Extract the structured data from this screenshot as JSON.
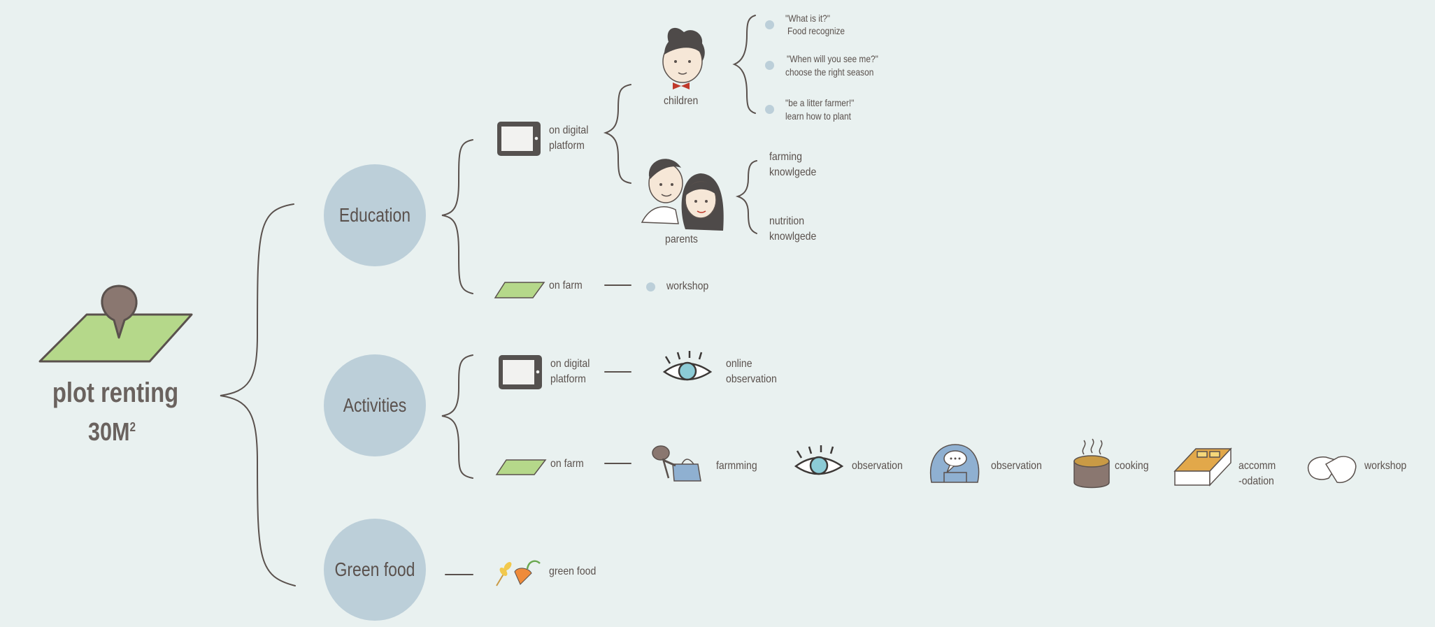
{
  "root": {
    "title": "plot renting",
    "area_value": "30M",
    "area_sup": "2"
  },
  "branches": {
    "education": {
      "label": "Education",
      "digital": {
        "label": "on digital platform",
        "children": {
          "label": "children",
          "items": [
            {
              "quote": "\"What is it?\"",
              "desc": "Food recognize"
            },
            {
              "quote": "\"When will you see me?\"",
              "desc": "choose the right season"
            },
            {
              "quote": "\"be a litter farmer!\"",
              "desc": "learn how to plant"
            }
          ]
        },
        "parents": {
          "label": "parents",
          "items": [
            "farming knowlgede",
            "nutrition knowlgede"
          ]
        }
      },
      "farm": {
        "label": "on farm",
        "item": "workshop"
      }
    },
    "activities": {
      "label": "Activities",
      "digital": {
        "label": "on digital platform",
        "item": "online observation"
      },
      "farm": {
        "label": "on farm",
        "items": [
          {
            "label": "farmming",
            "icon": "shovel-watering-can-icon"
          },
          {
            "label": "observation",
            "icon": "eye-icon"
          },
          {
            "label": "observation",
            "icon": "chat-dome-icon"
          },
          {
            "label": "cooking",
            "icon": "pot-icon"
          },
          {
            "label": "accomm-odation",
            "icon": "bed-icon"
          },
          {
            "label": "workshop",
            "icon": "handshake-icon"
          }
        ]
      }
    },
    "green_food": {
      "label": "Green food",
      "item": "green food"
    }
  },
  "colors": {
    "background": "#e9f1f0",
    "circle": "#bccfd9",
    "line": "#5a514d",
    "grass": "#b5d88a",
    "pin": "#8a7770",
    "tablet": "#55514f",
    "eye_iris": "#8ccbd6"
  }
}
